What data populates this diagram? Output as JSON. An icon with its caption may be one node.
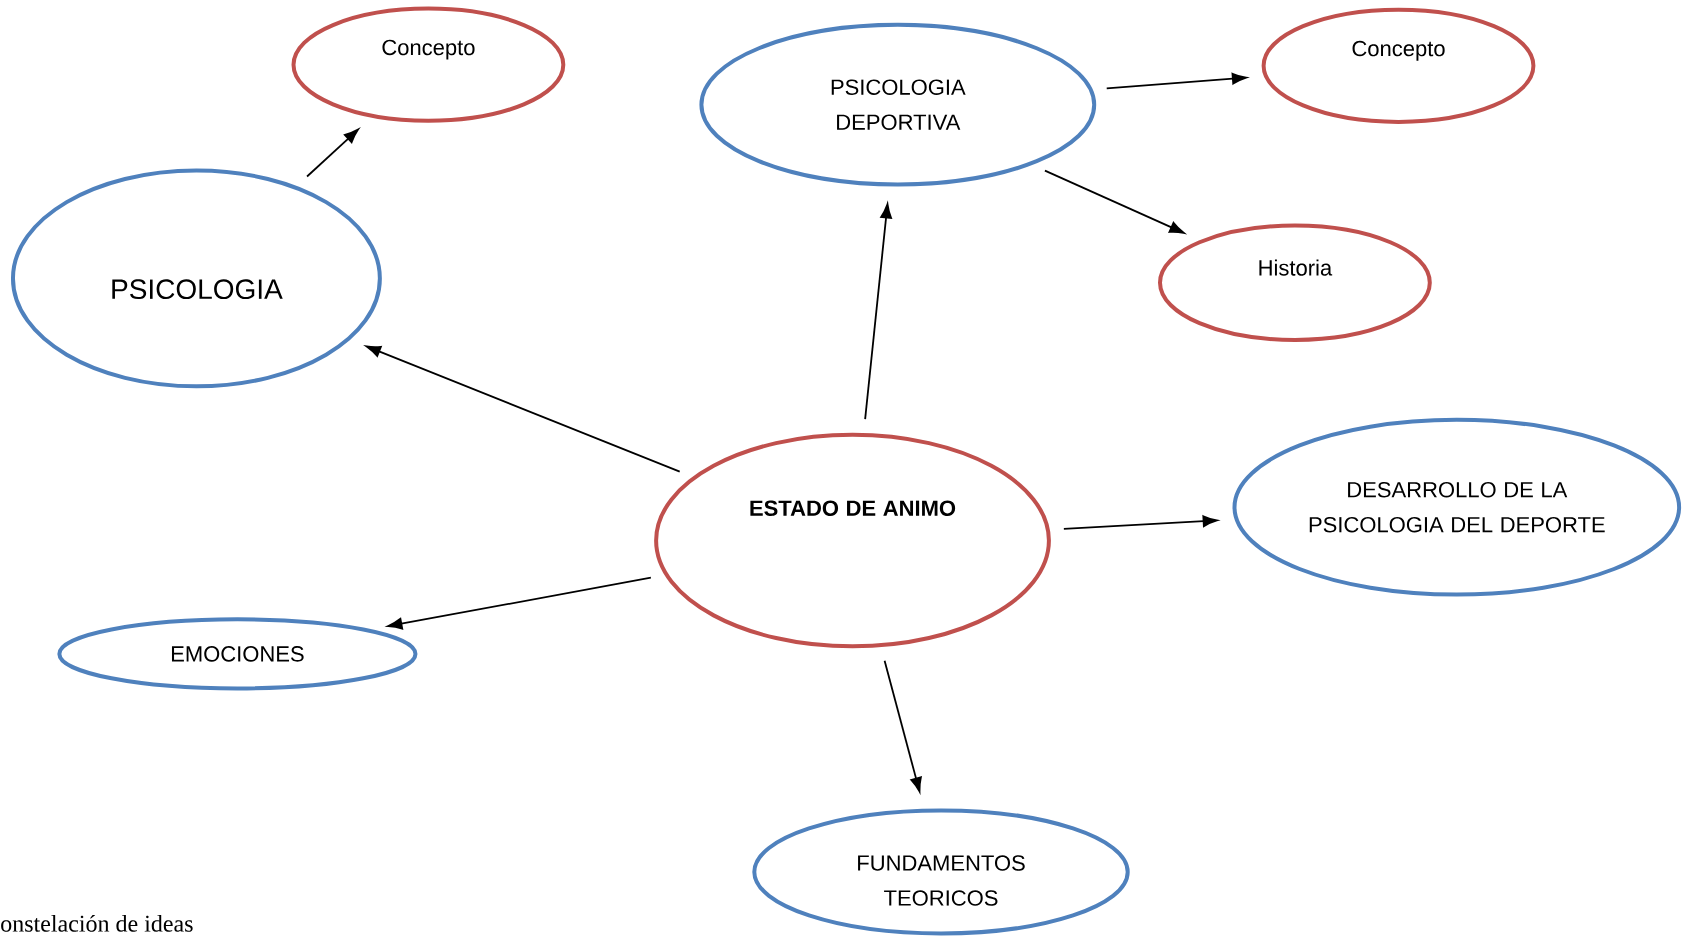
{
  "diagram": {
    "caption": "onstelación de ideas",
    "nodes": [
      {
        "text": [
          "PSICOLOGIA"
        ]
      },
      {
        "text": [
          "Concepto"
        ]
      },
      {
        "text": [
          "PSICOLOGIA DEPORTIVA"
        ]
      },
      {
        "text": [
          "Concepto"
        ]
      },
      {
        "text": [
          "Historia"
        ]
      },
      {
        "text": [
          "ESTADO DE ANIMO"
        ]
      },
      {
        "text": [
          "DESARROLLO DE LA PSICOLOGIA DEL DEPORTE"
        ]
      },
      {
        "text": [
          "EMOCIONES"
        ]
      },
      {
        "text": [
          "FUNDAMENTOS TEORICOS"
        ]
      }
    ],
    "edges": [
      {
        "from": 0,
        "to": 1,
        "arrow": "to"
      },
      {
        "from": 2,
        "to": 3,
        "arrow": "to"
      },
      {
        "from": 2,
        "to": 4,
        "arrow": "to"
      },
      {
        "from": 5,
        "to": 0,
        "arrow": "to"
      },
      {
        "from": 5,
        "to": 2,
        "arrow": "to"
      },
      {
        "from": 5,
        "to": 6,
        "arrow": "to"
      },
      {
        "from": 5,
        "to": 7,
        "arrow": "to"
      },
      {
        "from": 5,
        "to": 8,
        "arrow": "to"
      }
    ]
  }
}
